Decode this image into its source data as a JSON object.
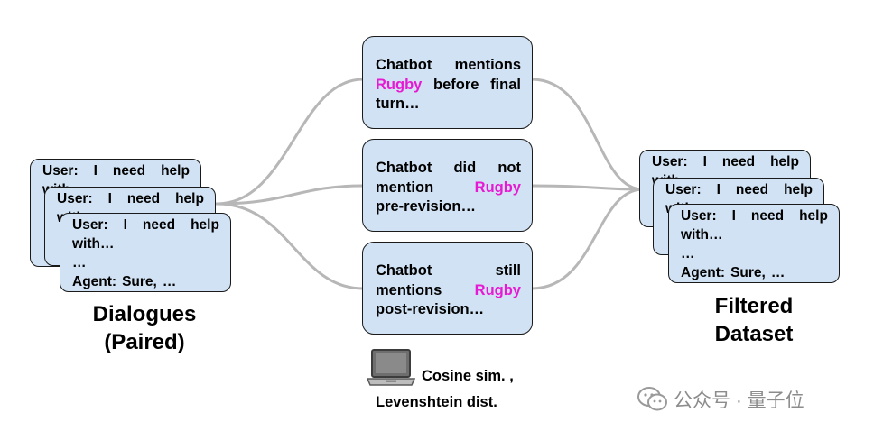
{
  "left_dialogues": {
    "card_lines": [
      [
        "User:",
        "I",
        "need",
        "help"
      ],
      [
        "with…"
      ]
    ],
    "front_lines": [
      [
        "User:",
        "I",
        "need",
        "help"
      ],
      [
        "with…"
      ],
      [
        "…"
      ],
      [
        "Agent:",
        "Sure,",
        "…"
      ]
    ],
    "caption_line1": "Dialogues",
    "caption_line2": "(Paired)"
  },
  "filters": [
    {
      "lines": [
        [
          {
            "t": "Chatbot"
          },
          {
            "t": "mentions"
          }
        ],
        [
          {
            "t": "Rugby",
            "hl": true
          },
          {
            "t": "before"
          },
          {
            "t": "final"
          }
        ],
        [
          {
            "t": "turn…"
          }
        ]
      ]
    },
    {
      "lines": [
        [
          {
            "t": "Chatbot"
          },
          {
            "t": "did"
          },
          {
            "t": "not"
          }
        ],
        [
          {
            "t": "mention"
          },
          {
            "t": "Rugby",
            "hl": true
          }
        ],
        [
          {
            "t": "pre-revision…"
          }
        ]
      ]
    },
    {
      "lines": [
        [
          {
            "t": "Chatbot"
          },
          {
            "t": "still"
          }
        ],
        [
          {
            "t": "mentions"
          },
          {
            "t": "Rugby",
            "hl": true
          }
        ],
        [
          {
            "t": "post-revision…"
          }
        ]
      ]
    }
  ],
  "filter_texts": {
    "f0_l0_0": "Chatbot",
    "f0_l0_1": "mentions",
    "f0_l1_0": "Rugby",
    "f0_l1_1": "before",
    "f0_l1_2": "final",
    "f0_l2_0": "turn…",
    "f1_l0_0": "Chatbot",
    "f1_l0_1": "did",
    "f1_l0_2": "not",
    "f1_l1_0": "mention",
    "f1_l1_1": "Rugby",
    "f1_l2_0": "pre-revision…",
    "f2_l0_0": "Chatbot",
    "f2_l0_1": "still",
    "f2_l1_0": "mentions",
    "f2_l1_1": "Rugby",
    "f2_l2_0": "post-revision…"
  },
  "metrics": {
    "line1": "Cosine sim. ,",
    "line2": "Levenshtein dist."
  },
  "right_dataset": {
    "caption_line1": "Filtered",
    "caption_line2": "Dataset"
  },
  "watermark": {
    "text": "公众号 · 量子位",
    "icon": "wechat-icon"
  },
  "colors": {
    "card_fill": "#d0e2f3",
    "highlight": "#e61ad3",
    "wire": "#b7b7b7"
  }
}
